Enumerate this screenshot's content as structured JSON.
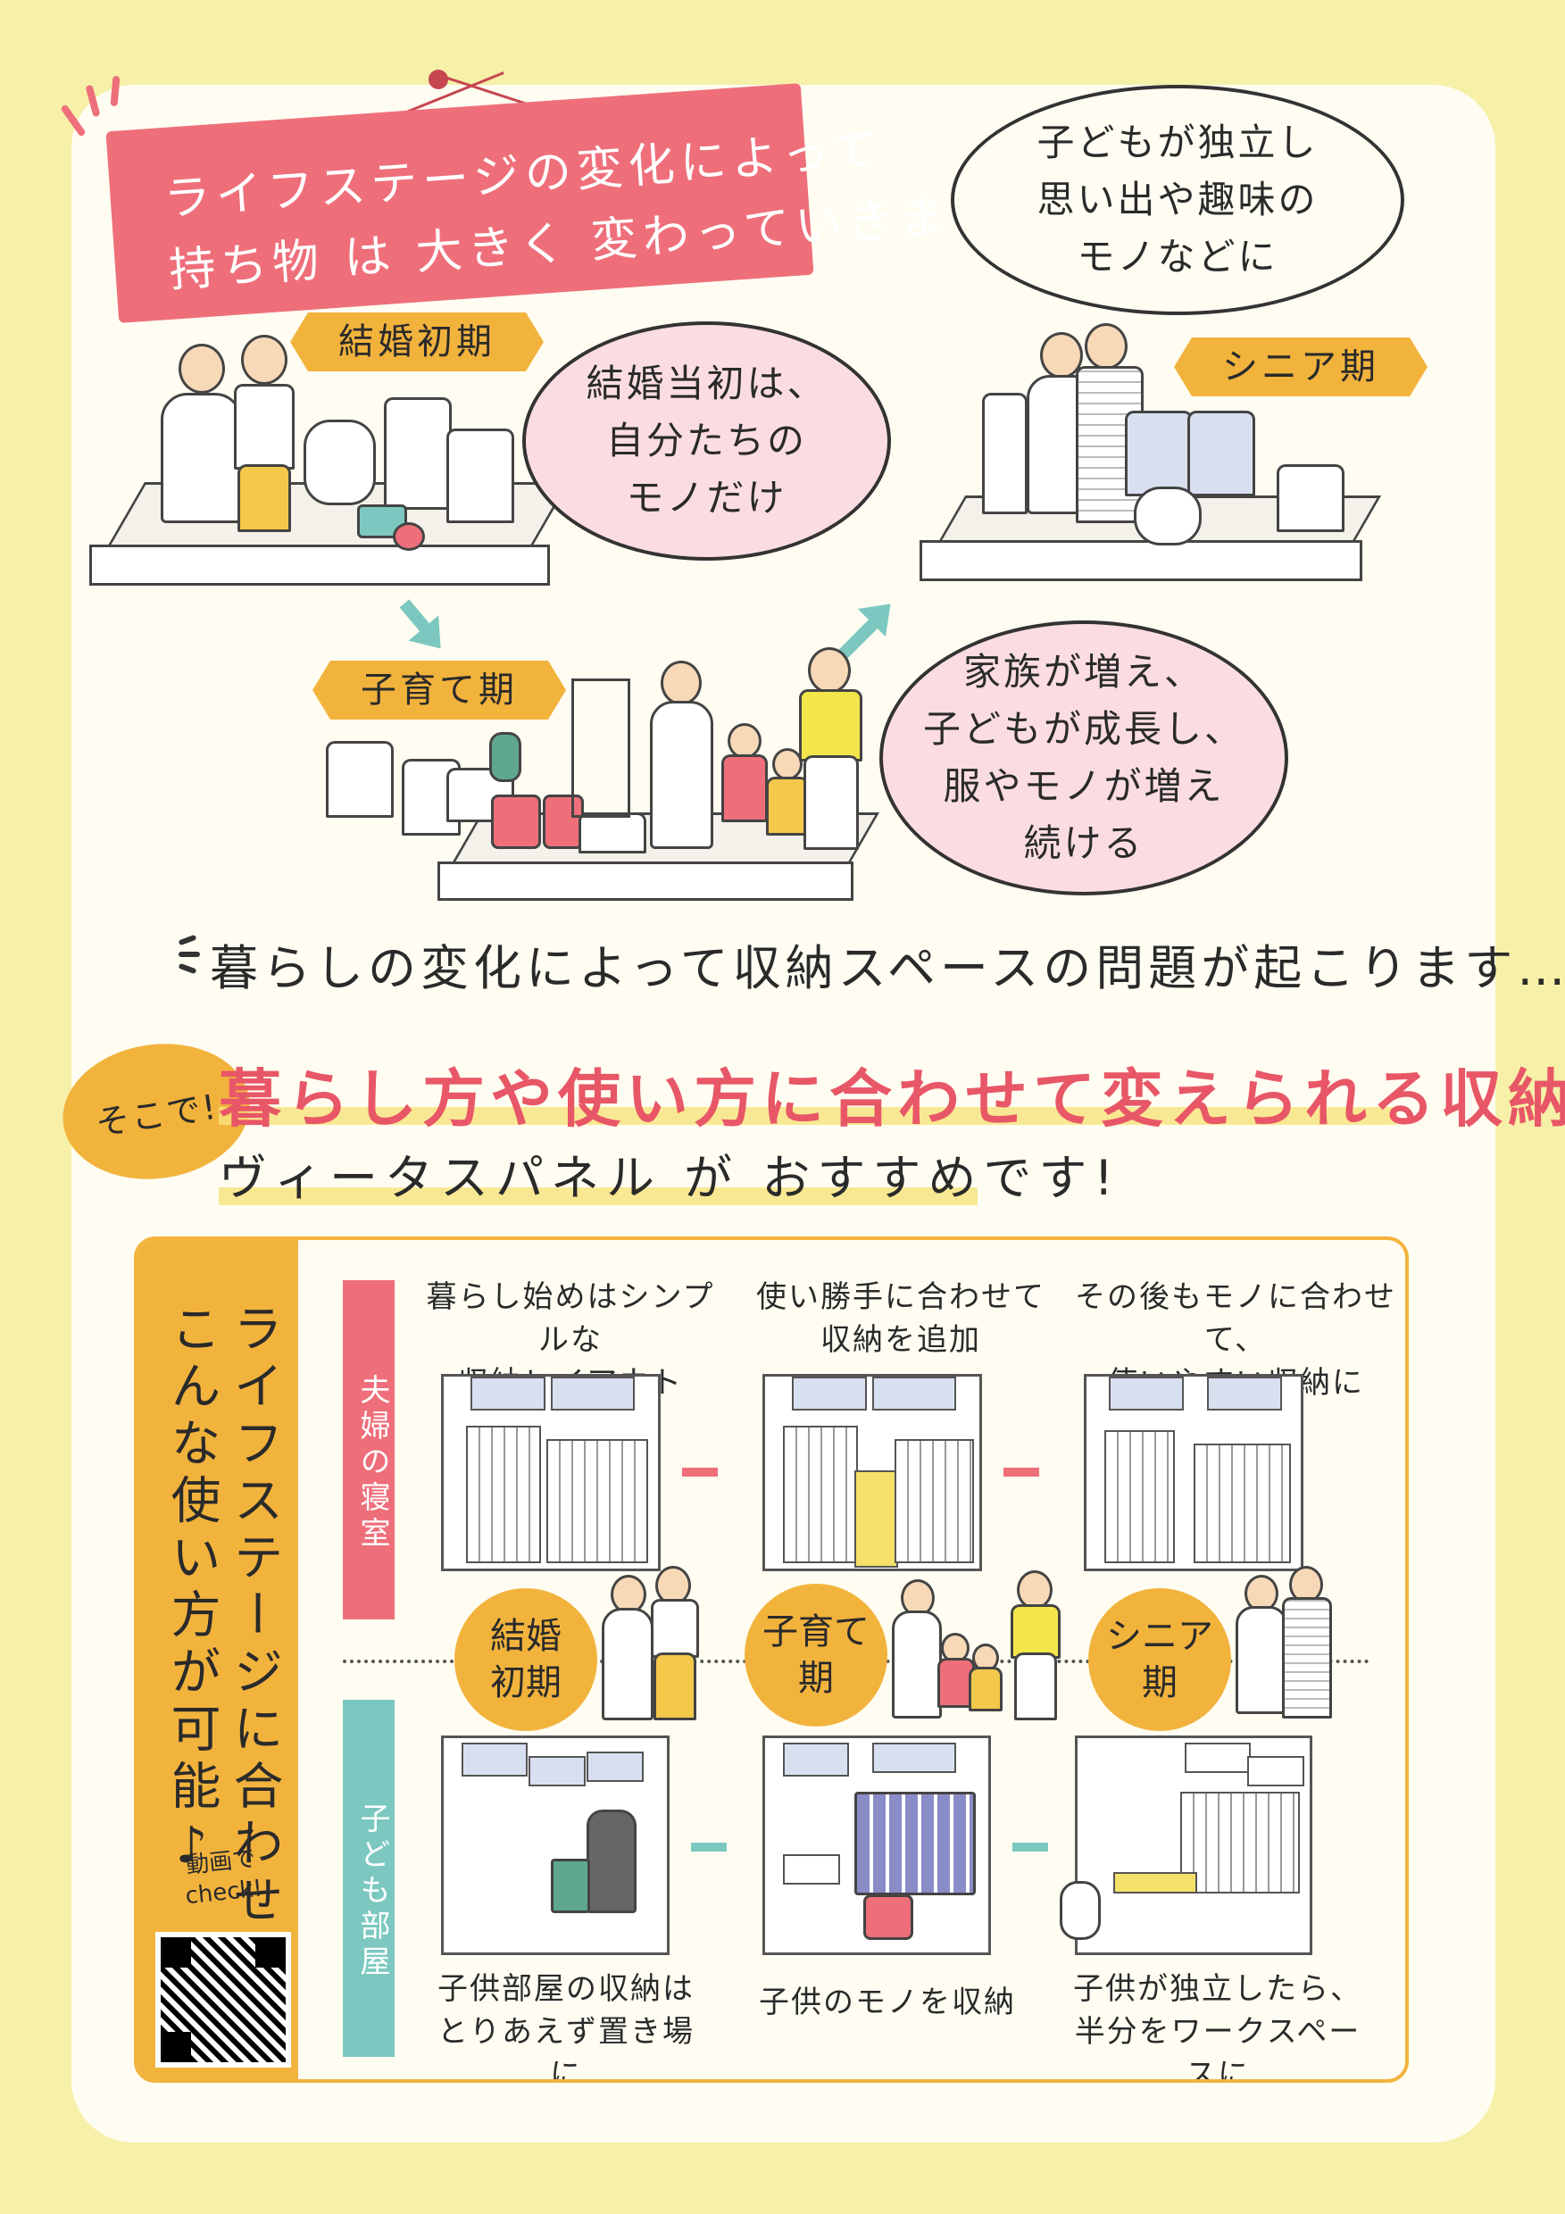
{
  "header": {
    "line1": "ライフステージの変化によって",
    "line2": "持ち物 は 大きく 変わっていきます"
  },
  "stages": {
    "newlywed": {
      "label": "結婚初期",
      "bubble": "結婚当初は、\n自分たちの\nモノだけ"
    },
    "childrearing": {
      "label": "子育て期",
      "bubble": "家族が増え、\n子どもが成長し、\n服やモノが増え\n続ける"
    },
    "senior": {
      "label": "シニア期",
      "bubble": "子どもが独立し\n思い出や趣味の\nモノなどに"
    }
  },
  "note": "暮らしの変化によって収納スペースの問題が起こります…",
  "callout": {
    "badge": "そこで!",
    "headline": "暮らし方や使い方に合わせて変えられる収納",
    "subline": "ヴィータスパネル が おすすめです!"
  },
  "panel": {
    "side_title_1": "ライフステージに合わせた",
    "side_title_2": "こんな使い方が可能♪",
    "video_label": "動画で\ncheck!",
    "rows": {
      "bedroom": {
        "label": "夫婦の寝室",
        "captions": [
          "暮らし始めはシンプルな\n収納レイアウト",
          "使い勝手に合わせて\n収納を追加",
          "その後もモノに合わせて、\n使いやすい収納に"
        ]
      },
      "kidsroom": {
        "label": "子ども部屋",
        "captions": [
          "子供部屋の収納は\nとりあえず置き場に",
          "子供のモノを収納",
          "子供が独立したら、\n半分をワークスペースに"
        ]
      }
    },
    "stage_badges": [
      "結婚\n初期",
      "子育て\n期",
      "シニア\n期"
    ]
  },
  "colors": {
    "pink": "#ee6f7a",
    "yellow": "#f2b33d",
    "teal": "#7cc8c0",
    "headline_red": "#e85767"
  }
}
